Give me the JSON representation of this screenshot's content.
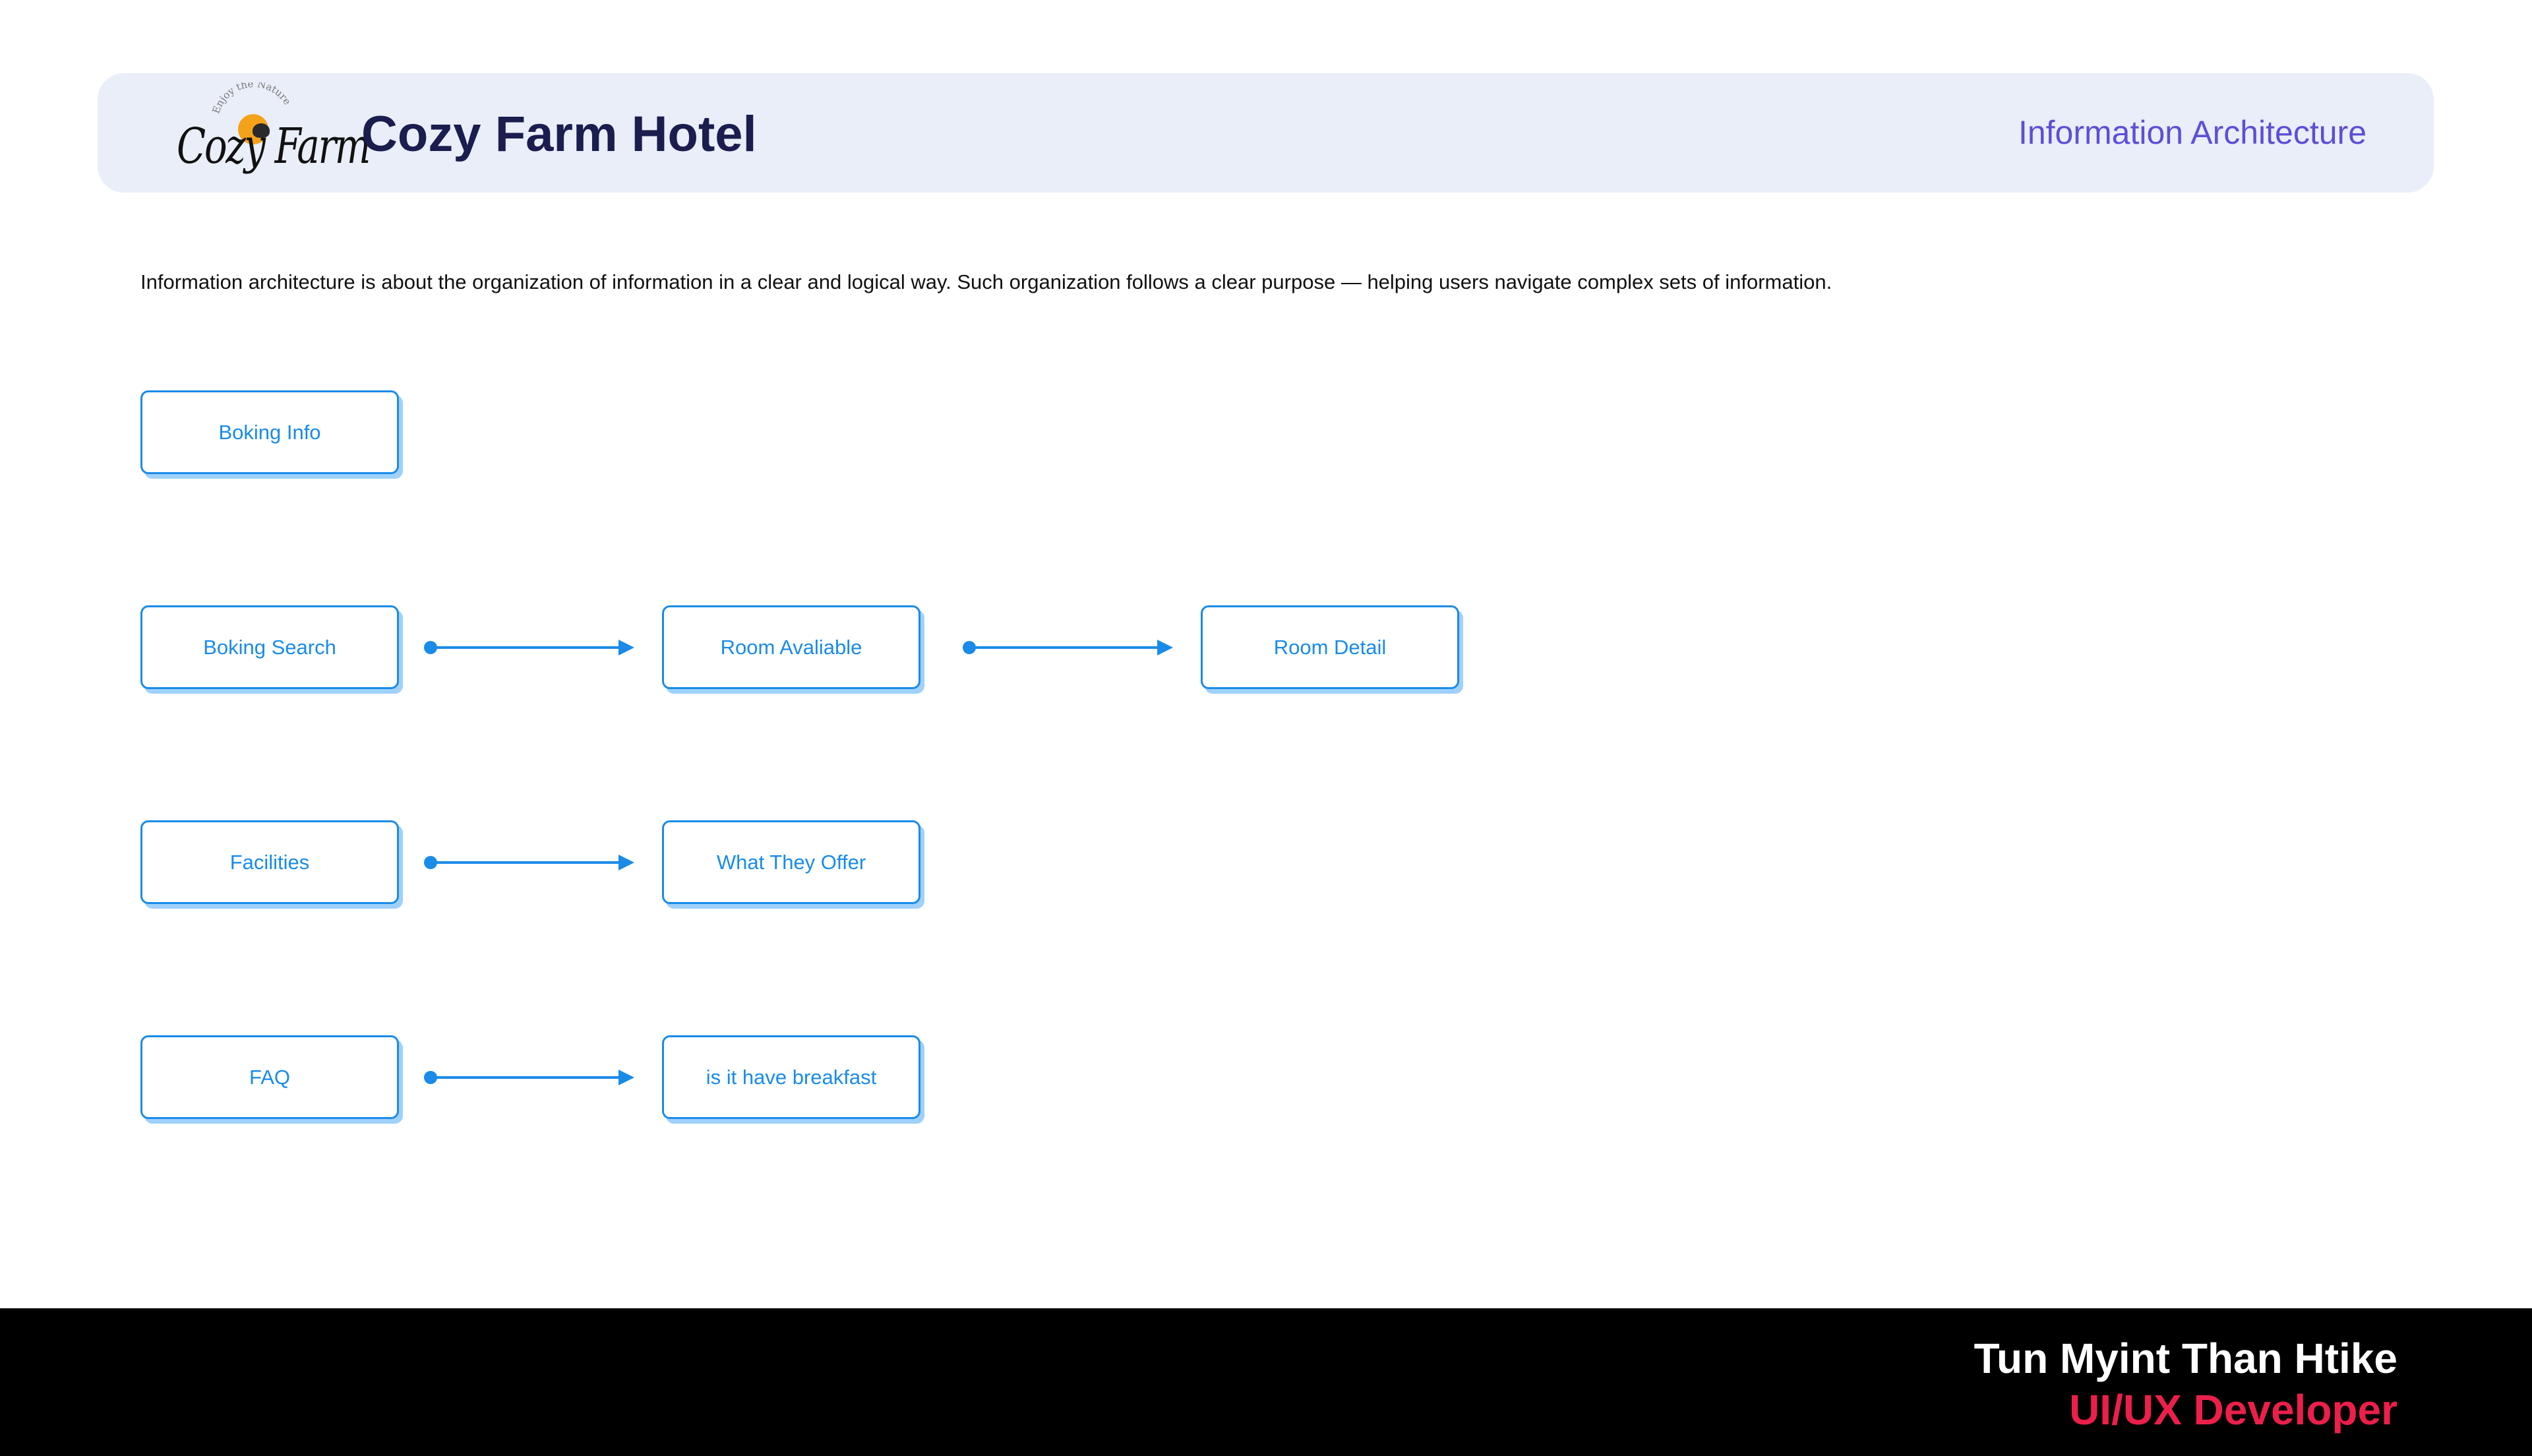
{
  "colors": {
    "page_background": "#ffffff",
    "header_background": "#e9eef9",
    "title_color": "#1a1d4e",
    "section_title_color": "#5b4fd6",
    "body_text": "#111111",
    "node_accent": "#1a8be8",
    "node_shadow": "#9fd1fb",
    "footer_background": "#000000",
    "footer_name": "#ffffff",
    "footer_role": "#ec1f4b",
    "logo_sun": "#f5a21b",
    "logo_sun_dot": "#2a2a2a",
    "logo_text": "#111111",
    "logo_tagline": "#7a7a7a"
  },
  "header": {
    "logo": {
      "tagline": "Enjoy the Nature",
      "wordmark": "Cozy Farm",
      "icon": "sun-icon"
    },
    "title": "Cozy Farm Hotel",
    "section_title": "Information Architecture"
  },
  "intro_text": "Information architecture is about the organization of information in a clear and logical way. Such organization follows a clear purpose — helping users navigate complex sets of information.",
  "diagram": {
    "nodes": [
      {
        "id": "booking-info",
        "label": "Boking Info"
      },
      {
        "id": "booking-search",
        "label": "Boking Search"
      },
      {
        "id": "room-available",
        "label": "Room Avaliable"
      },
      {
        "id": "room-detail",
        "label": "Room Detail"
      },
      {
        "id": "facilities",
        "label": "Facilities"
      },
      {
        "id": "what-they-offer",
        "label": "What They Offer"
      },
      {
        "id": "faq",
        "label": "FAQ"
      },
      {
        "id": "breakfast",
        "label": "is it have breakfast"
      }
    ],
    "edges": [
      {
        "from": "booking-search",
        "to": "room-available"
      },
      {
        "from": "room-available",
        "to": "room-detail"
      },
      {
        "from": "facilities",
        "to": "what-they-offer"
      },
      {
        "from": "faq",
        "to": "breakfast"
      }
    ]
  },
  "footer": {
    "name": "Tun Myint Than Htike",
    "role": "UI/UX Developer"
  }
}
